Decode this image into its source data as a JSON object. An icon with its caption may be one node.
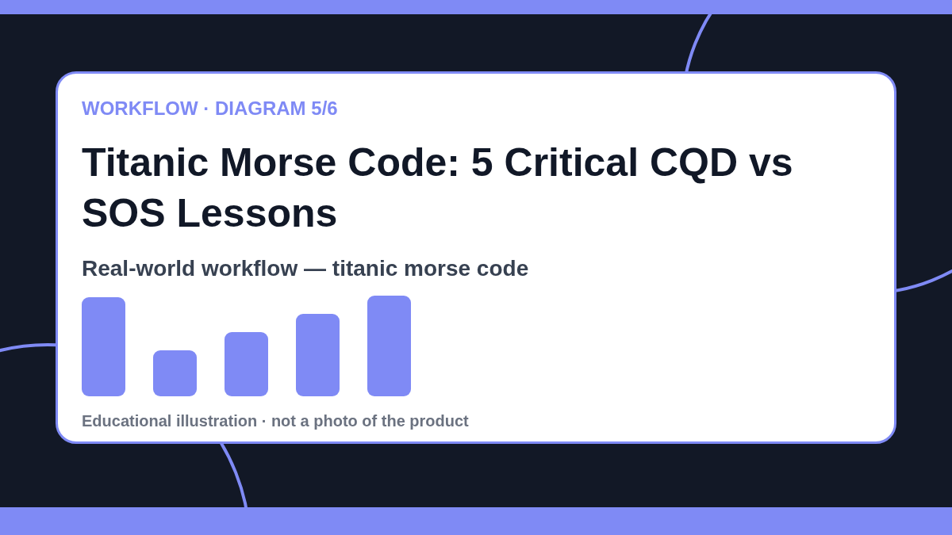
{
  "diagram": {
    "title": "Titanic Morse Code: 5 Critical CQD vs SOS Lessons",
    "nodes": [
      {
        "text": [],
        "shape": "bar"
      },
      {
        "text": [],
        "shape": "bar"
      }
    ],
    "labels": [
      "WORKFLOW · DIAGRAM 5/6",
      "Real-world workflow — titanic morse code",
      "Educational illustration · not a photo of the product"
    ]
  }
}
